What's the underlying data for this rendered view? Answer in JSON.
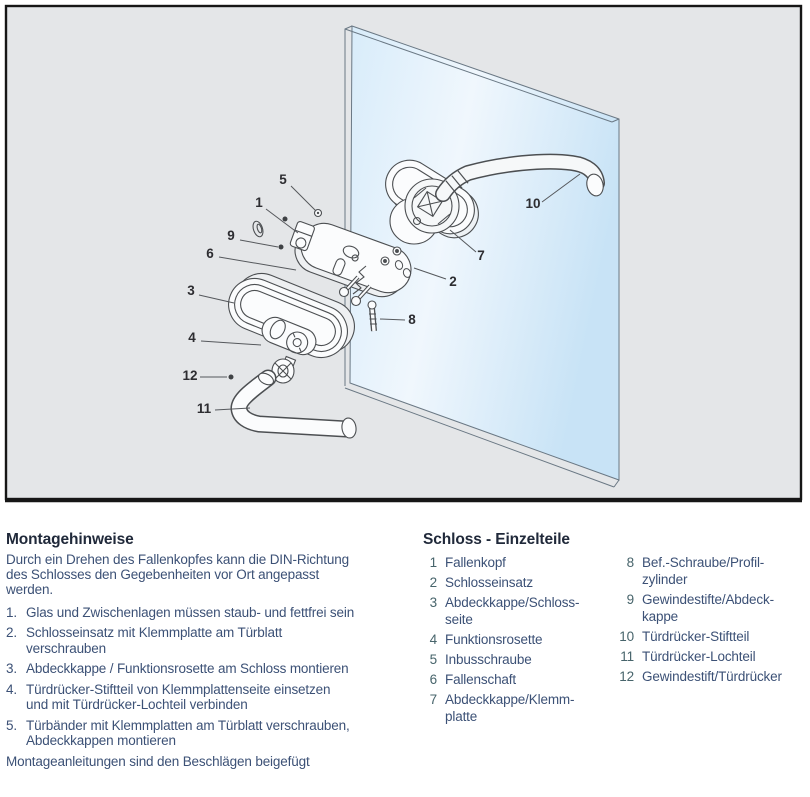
{
  "diagram": {
    "box_fill": "#e4e6e8",
    "box_border": "#161616",
    "glass_light": "#eef6fc",
    "glass_blue": "#cde6f7",
    "line_color": "#4c4f52",
    "callouts": [
      {
        "n": "1"
      },
      {
        "n": "2"
      },
      {
        "n": "3"
      },
      {
        "n": "4"
      },
      {
        "n": "5"
      },
      {
        "n": "6"
      },
      {
        "n": "7"
      },
      {
        "n": "8"
      },
      {
        "n": "9"
      },
      {
        "n": "10"
      },
      {
        "n": "11"
      },
      {
        "n": "12"
      }
    ]
  },
  "montage": {
    "heading": "Montagehinweise",
    "intro": "Durch ein Drehen des Fallenkopfes kann die DIN-Richtung\ndes Schlosses den Gegebenheiten vor Ort angepasst\nwerden.",
    "steps": [
      {
        "num": "1.",
        "text": "Glas und Zwischenlagen müssen staub- und fettfrei sein"
      },
      {
        "num": "2.",
        "text": "Schlosseinsatz mit Klemmplatte am Türblatt\nverschrauben"
      },
      {
        "num": "3.",
        "text": "Abdeckkappe / Funktionsrosette am Schloss montieren"
      },
      {
        "num": "4.",
        "text": "Türdrücker-Stiftteil von Klemmplattenseite einsetzen\nund mit Türdrücker-Lochteil verbinden"
      },
      {
        "num": "5.",
        "text": "Türbänder mit Klemmplatten am Türblatt verschrauben,\nAbdeckkappen montieren"
      }
    ],
    "footer": "Montageanleitungen sind den Beschlägen beigefügt"
  },
  "parts": {
    "heading": "Schloss - Einzelteile",
    "col1": [
      {
        "n": "1",
        "label": "Fallenkopf"
      },
      {
        "n": "2",
        "label": "Schlosseinsatz"
      },
      {
        "n": "3",
        "label": "Abdeckkappe/Schloss-\nseite"
      },
      {
        "n": "4",
        "label": "Funktionsrosette"
      },
      {
        "n": "5",
        "label": "Inbusschraube"
      },
      {
        "n": "6",
        "label": "Fallenschaft"
      },
      {
        "n": "7",
        "label": "Abdeckkappe/Klemm-\nplatte"
      }
    ],
    "col2": [
      {
        "n": "8",
        "label": "Bef.-Schraube/Profil-\nzylinder"
      },
      {
        "n": "9",
        "label": "Gewindestifte/Abdeck-\nkappe"
      },
      {
        "n": "10",
        "label": "Türdrücker-Stiftteil"
      },
      {
        "n": "11",
        "label": "Türdrücker-Lochteil"
      },
      {
        "n": "12",
        "label": "Gewindestift/Türdrücker"
      }
    ]
  },
  "colors": {
    "heading_text": "#20293a",
    "body_text": "#3c5176",
    "part_number": "#47646b"
  }
}
